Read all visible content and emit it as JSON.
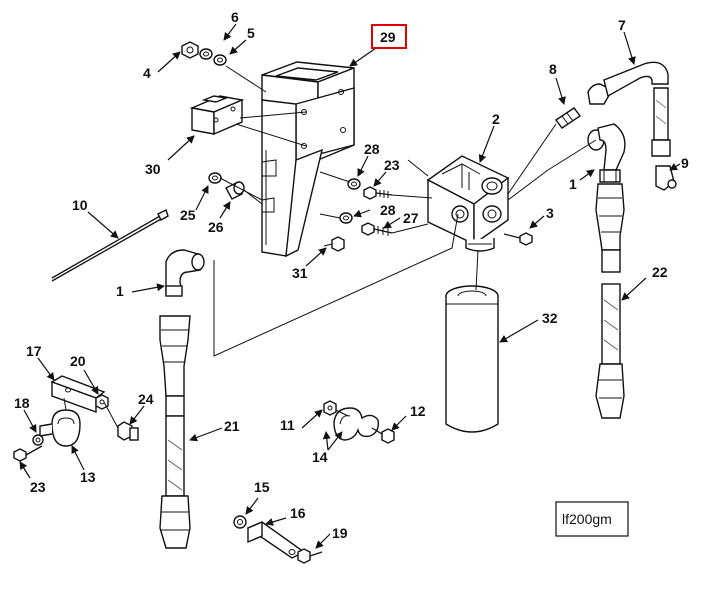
{
  "diagram": {
    "highlighted_callout": "29",
    "highlight_color": "#e00000",
    "drawing_id": "lf200gm",
    "callouts": [
      {
        "id": "c29",
        "text": "29"
      },
      {
        "id": "c6",
        "text": "6"
      },
      {
        "id": "c5",
        "text": "5"
      },
      {
        "id": "c4",
        "text": "4"
      },
      {
        "id": "c7",
        "text": "7"
      },
      {
        "id": "c8",
        "text": "8"
      },
      {
        "id": "c2",
        "text": "2"
      },
      {
        "id": "c9",
        "text": "9"
      },
      {
        "id": "c1a",
        "text": "1"
      },
      {
        "id": "c28a",
        "text": "28"
      },
      {
        "id": "c23a",
        "text": "23"
      },
      {
        "id": "c30",
        "text": "30"
      },
      {
        "id": "c25",
        "text": "25"
      },
      {
        "id": "c26",
        "text": "26"
      },
      {
        "id": "c28b",
        "text": "28"
      },
      {
        "id": "c27",
        "text": "27"
      },
      {
        "id": "c3",
        "text": "3"
      },
      {
        "id": "c10",
        "text": "10"
      },
      {
        "id": "c31",
        "text": "31"
      },
      {
        "id": "c22",
        "text": "22"
      },
      {
        "id": "c1b",
        "text": "1"
      },
      {
        "id": "c32",
        "text": "32"
      },
      {
        "id": "c17",
        "text": "17"
      },
      {
        "id": "c20",
        "text": "20"
      },
      {
        "id": "c18",
        "text": "18"
      },
      {
        "id": "c24",
        "text": "24"
      },
      {
        "id": "c21",
        "text": "21"
      },
      {
        "id": "c11",
        "text": "11"
      },
      {
        "id": "c12",
        "text": "12"
      },
      {
        "id": "c14",
        "text": "14"
      },
      {
        "id": "c13",
        "text": "13"
      },
      {
        "id": "c23b",
        "text": "23"
      },
      {
        "id": "c15",
        "text": "15"
      },
      {
        "id": "c16",
        "text": "16"
      },
      {
        "id": "c19",
        "text": "19"
      }
    ]
  }
}
